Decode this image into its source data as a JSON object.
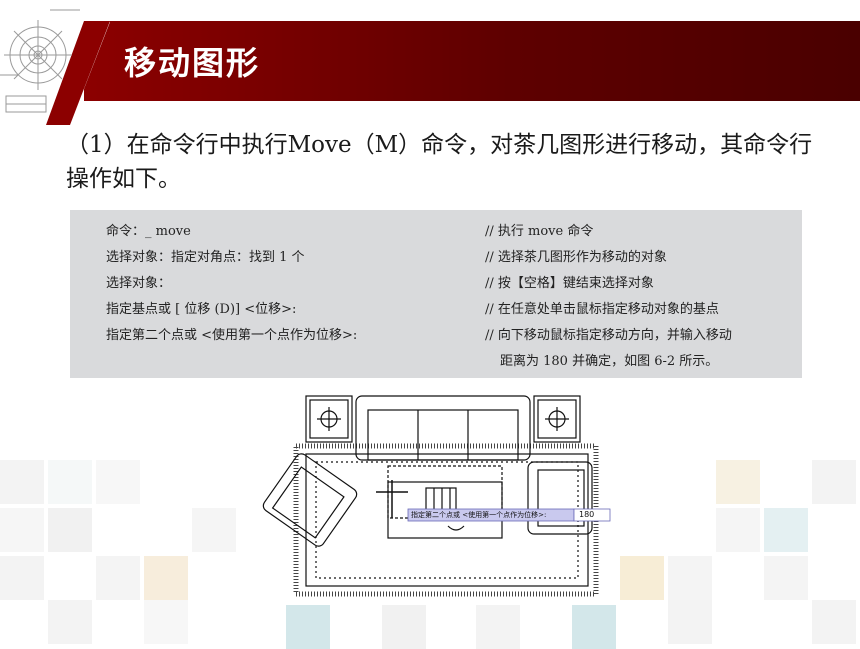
{
  "header": {
    "title": "移动图形"
  },
  "intro": {
    "text": "（1）在命令行中执行Move（M）命令，对茶几图形进行移动，其命令行操作如下。"
  },
  "commands": [
    {
      "left": "命令：_ move",
      "right": "// 执行 move 命令"
    },
    {
      "left": "选择对象：指定对角点：找到 1 个",
      "right": "// 选择茶几图形作为移动的对象"
    },
    {
      "left": "选择对象：",
      "right": "// 按【空格】键结束选择对象"
    },
    {
      "left": "指定基点或 [ 位移 (D)] <位移>:",
      "right": "// 在任意处单击鼠标指定移动对象的基点"
    },
    {
      "left": "指定第二个点或 <使用第一个点作为位移>:",
      "right": "// 向下移动鼠标指定移动方向，并输入移动"
    },
    {
      "left": "",
      "right": "距离为 180 并确定，如图 6-2 所示。"
    }
  ],
  "drawing": {
    "tooltip_prompt": "指定第二个点或 <使用第一个点作为位移>:",
    "tooltip_value": "180"
  },
  "colors": {
    "header": "#7a0000",
    "cmd_bg": "#d9dadc"
  }
}
